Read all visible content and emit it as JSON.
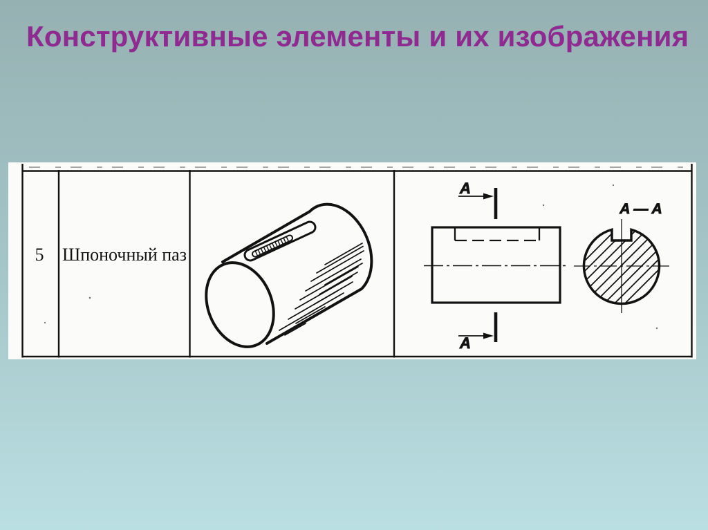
{
  "slide": {
    "title": "Конструктивные элементы и их изображения"
  },
  "table": {
    "row_number": "5",
    "row_label": "Шпоночный паз",
    "section": {
      "label": "A — A",
      "cut_label_top": "A",
      "cut_label_bottom": "A"
    }
  },
  "colors": {
    "title": "#8e2a90",
    "bg_top": "#96b1b2",
    "bg_mid": "#a3c3c6",
    "bg_bottom": "#badfe2",
    "ink": "#121212",
    "paper": "#fbfbfa"
  }
}
